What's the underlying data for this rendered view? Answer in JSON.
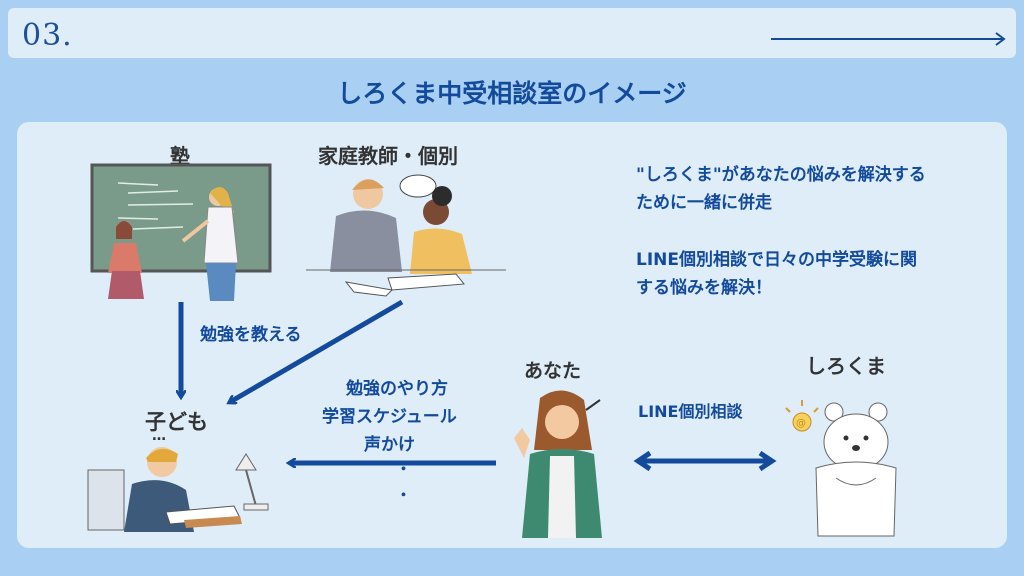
{
  "header": {
    "number": "03."
  },
  "title": "しろくま中受相談室のイメージ",
  "labels": {
    "juku": "塾",
    "tutor": "家庭教師・個別",
    "teach": "勉強を教える",
    "child": "子ども",
    "child_dots": "…",
    "you": "あなた",
    "shirokuma": "しろくま"
  },
  "support_lines": [
    "勉強のやり方",
    "学習スケジュール",
    "声かけ"
  ],
  "support_dots": [
    "・",
    "・"
  ],
  "line_consult": "LINE個別相談",
  "description": {
    "p1_line1": "\"しろくま\"があなたの悩みを解決する",
    "p1_line2": "ために一緒に併走",
    "p2_line1": "LINE個別相談で日々の中学受験に関",
    "p2_line2": "する悩みを解決！"
  },
  "colors": {
    "accent": "#134a9c",
    "background": "#a9d0f2",
    "panel": "#deedf8"
  }
}
